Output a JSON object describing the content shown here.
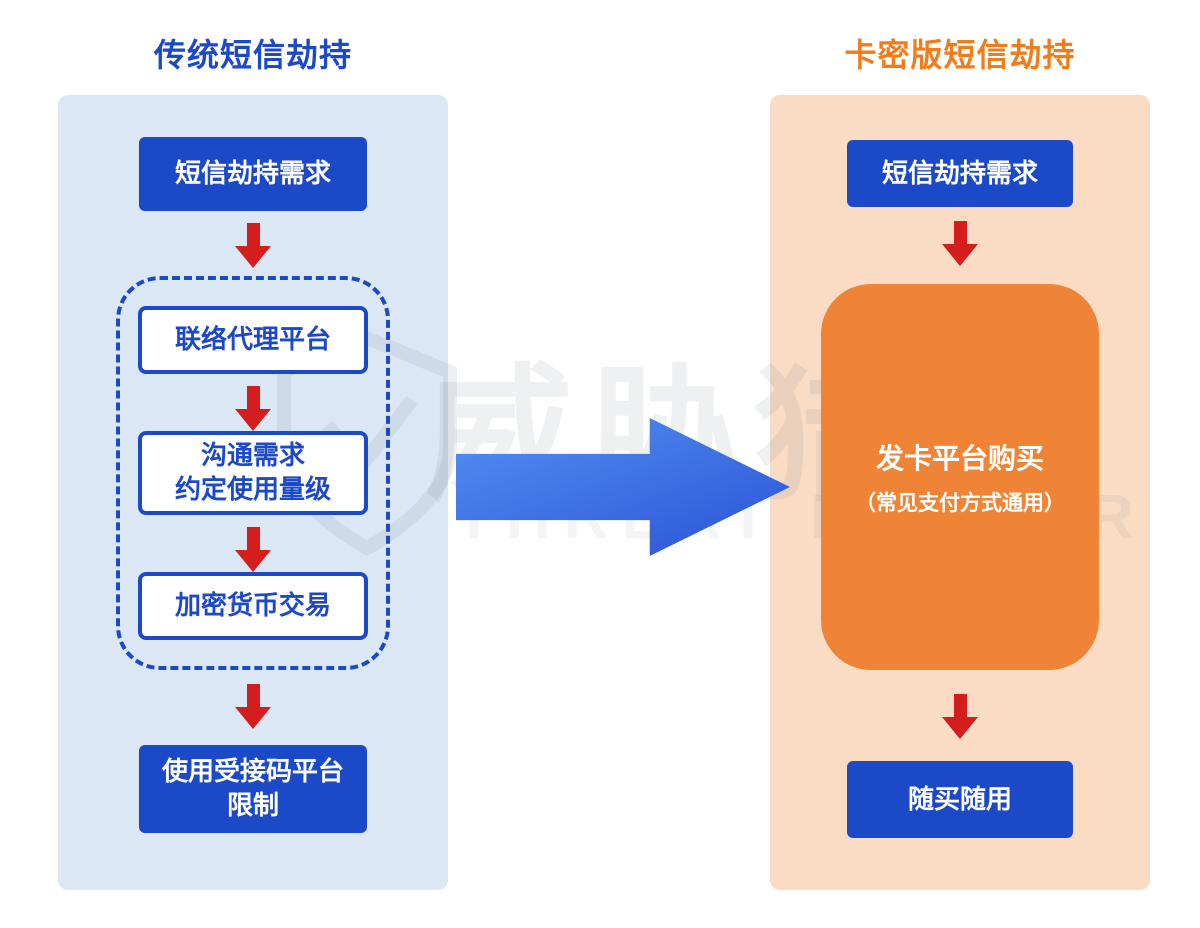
{
  "titles": {
    "left": "传统短信劫持",
    "right": "卡密版短信劫持"
  },
  "left_flow": {
    "start": "短信劫持需求",
    "step1": "联络代理平台",
    "step2": "沟通需求\n约定使用量级",
    "step3": "加密货币交易",
    "end": "使用受接码平台\n限制"
  },
  "right_flow": {
    "start": "短信劫持需求",
    "purchase_title": "发卡平台购买",
    "purchase_subtitle": "（常见支付方式通用）",
    "end": "随买随用"
  },
  "watermark": {
    "cn": "威胁猎人",
    "en": "THREAT HUNTER"
  },
  "colors": {
    "blue": "#1b49c8",
    "orange_title": "#f07c1a",
    "orange_box": "#ef8436",
    "red_arrow": "#d41d1d",
    "left_panel_bg": "#dbe7f4",
    "right_panel_bg": "#f9dcc3",
    "big_arrow_gradient_start": "#5490f2",
    "big_arrow_gradient_end": "#2a52d6"
  }
}
